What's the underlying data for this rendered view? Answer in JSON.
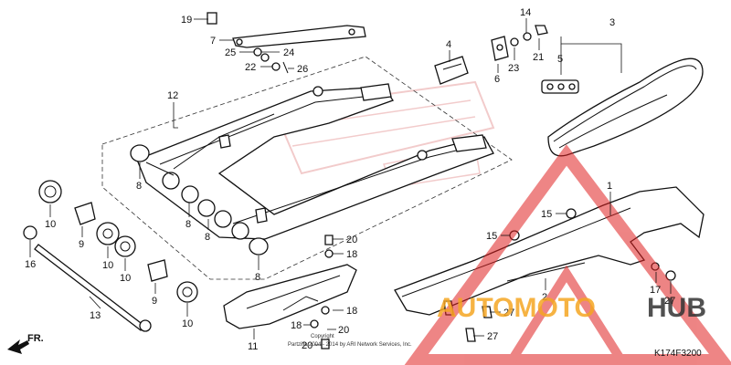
{
  "diagram": {
    "code": "K174F3200",
    "copyright_line1": "Copyright",
    "copyright_line2": "Partzilla 2004 - 2014 by ARI Network Services, Inc.",
    "direction_label": "FR.",
    "watermark_text_orange": "AUTOMOTO",
    "watermark_text_dark": "HUB",
    "watermark_color_red": "#e02020",
    "watermark_color_orange": "#f5a623",
    "watermark_color_dark": "#333333"
  },
  "callouts": [
    {
      "id": "c19",
      "label": "19"
    },
    {
      "id": "c7",
      "label": "7"
    },
    {
      "id": "c25",
      "label": "25"
    },
    {
      "id": "c24",
      "label": "24"
    },
    {
      "id": "c22",
      "label": "22"
    },
    {
      "id": "c26",
      "label": "26"
    },
    {
      "id": "c12",
      "label": "12"
    },
    {
      "id": "c4",
      "label": "4"
    },
    {
      "id": "c6",
      "label": "6"
    },
    {
      "id": "c14",
      "label": "14"
    },
    {
      "id": "c23",
      "label": "23"
    },
    {
      "id": "c21",
      "label": "21"
    },
    {
      "id": "c3",
      "label": "3"
    },
    {
      "id": "c5",
      "label": "5"
    },
    {
      "id": "c8a",
      "label": "8"
    },
    {
      "id": "c8b",
      "label": "8"
    },
    {
      "id": "c8c",
      "label": "8"
    },
    {
      "id": "c8d",
      "label": "8"
    },
    {
      "id": "c10a",
      "label": "10"
    },
    {
      "id": "c9a",
      "label": "9"
    },
    {
      "id": "c16",
      "label": "16"
    },
    {
      "id": "c10b",
      "label": "10"
    },
    {
      "id": "c10c",
      "label": "10"
    },
    {
      "id": "c9b",
      "label": "9"
    },
    {
      "id": "c10d",
      "label": "10"
    },
    {
      "id": "c13",
      "label": "13"
    },
    {
      "id": "c20a",
      "label": "20"
    },
    {
      "id": "c18a",
      "label": "18"
    },
    {
      "id": "c18b",
      "label": "18"
    },
    {
      "id": "c18c",
      "label": "18"
    },
    {
      "id": "c20b",
      "label": "20"
    },
    {
      "id": "c20c",
      "label": "20"
    },
    {
      "id": "c11",
      "label": "11"
    },
    {
      "id": "c1",
      "label": "1"
    },
    {
      "id": "c15a",
      "label": "15"
    },
    {
      "id": "c15b",
      "label": "15"
    },
    {
      "id": "c2",
      "label": "2"
    },
    {
      "id": "c17",
      "label": "17"
    },
    {
      "id": "c27a",
      "label": "27"
    },
    {
      "id": "c27b",
      "label": "27"
    },
    {
      "id": "c27c",
      "label": "27"
    }
  ]
}
